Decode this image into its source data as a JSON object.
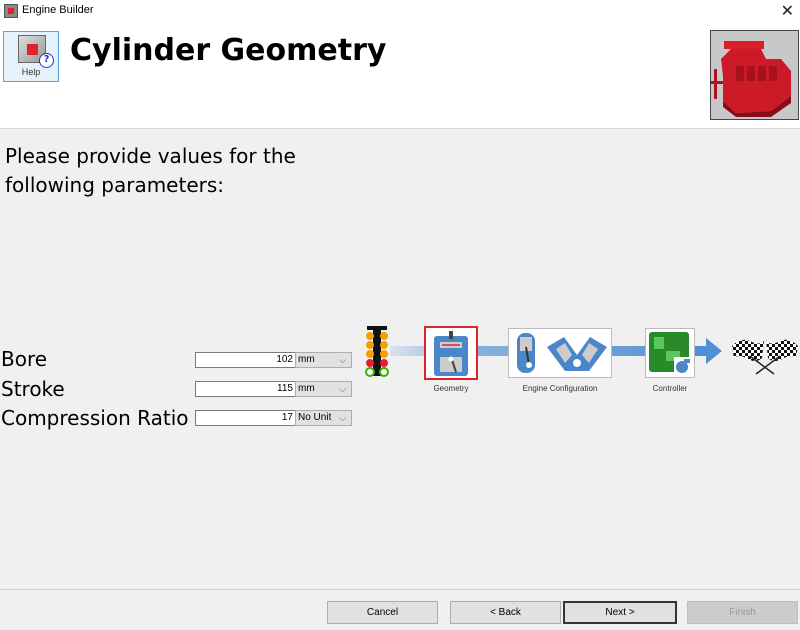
{
  "window": {
    "title": "Engine Builder",
    "close_icon": "close-icon"
  },
  "header": {
    "help_label": "Help",
    "title": "Cylinder Geometry",
    "engine_icon": "engine-icon"
  },
  "prompt": "Please provide values for the following parameters:",
  "params": [
    {
      "label": "Bore",
      "value": "102",
      "unit": "mm"
    },
    {
      "label": "Stroke",
      "value": "115",
      "unit": "mm"
    },
    {
      "label": "Compression Ratio",
      "value": "17",
      "unit": "No Unit"
    }
  ],
  "workflow": {
    "steps": [
      {
        "label": "Geometry",
        "active": true
      },
      {
        "label": "Engine Configuration",
        "active": false
      },
      {
        "label": "Controller",
        "active": false
      }
    ],
    "active_color": "#e0232a"
  },
  "buttons": {
    "cancel": "Cancel",
    "back": "< Back",
    "next": "Next >",
    "finish": "Finish"
  }
}
